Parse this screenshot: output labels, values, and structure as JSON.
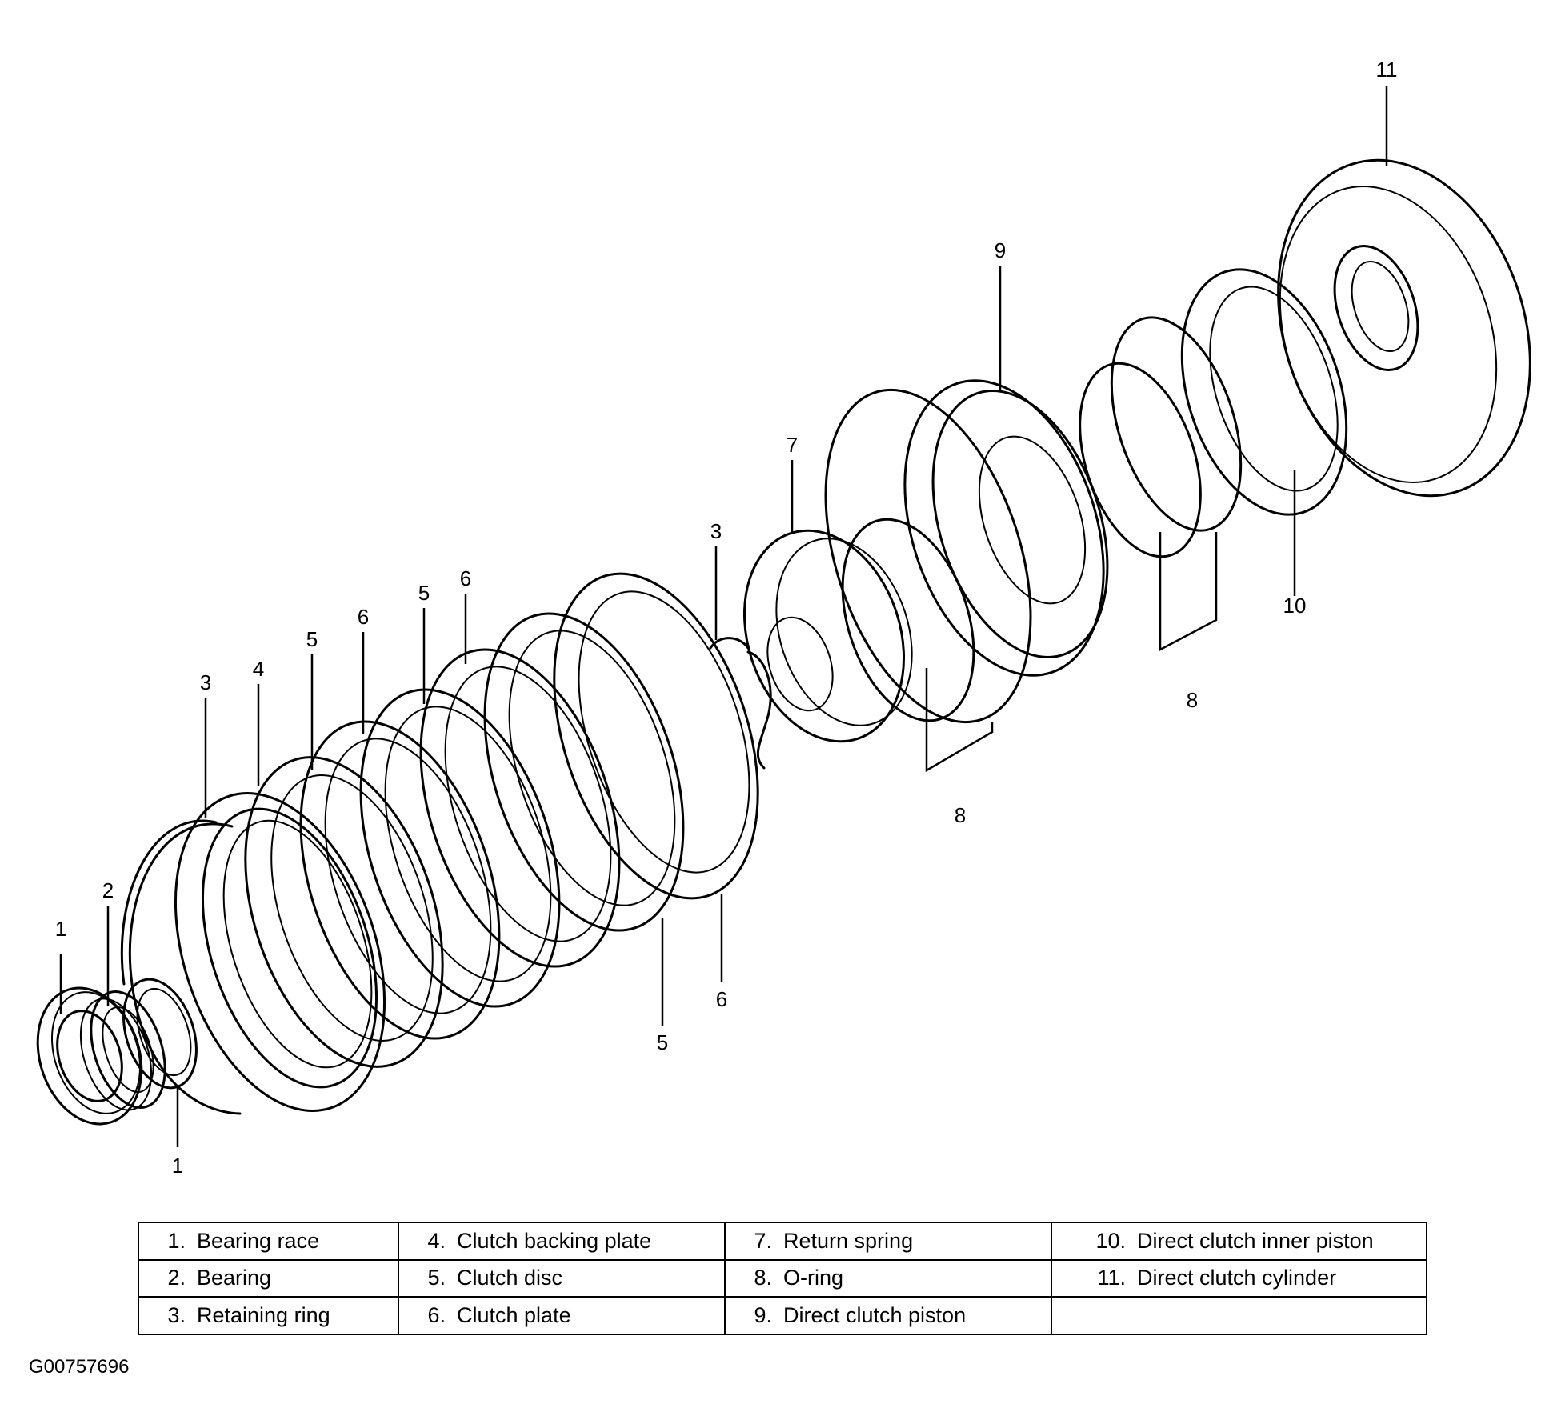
{
  "callouts": {
    "c1a": "1",
    "c1b": "1",
    "c2": "2",
    "c3a": "3",
    "c3b": "3",
    "c4": "4",
    "c5a": "5",
    "c5b": "5",
    "c5c": "5",
    "c6a": "6",
    "c6b": "6",
    "c6c": "6",
    "c7": "7",
    "c8a": "8",
    "c8b": "8",
    "c9": "9",
    "c10": "10",
    "c11": "11"
  },
  "legend": {
    "rows": [
      [
        {
          "num": "1.",
          "label": "Bearing race"
        },
        {
          "num": "4.",
          "label": "Clutch backing plate"
        },
        {
          "num": "7.",
          "label": "Return spring"
        },
        {
          "num": "10.",
          "label": "Direct clutch inner piston"
        }
      ],
      [
        {
          "num": "2.",
          "label": "Bearing"
        },
        {
          "num": "5.",
          "label": "Clutch disc"
        },
        {
          "num": "8.",
          "label": "O-ring"
        },
        {
          "num": "11.",
          "label": "Direct clutch cylinder"
        }
      ],
      [
        {
          "num": "3.",
          "label": "Retaining ring"
        },
        {
          "num": "6.",
          "label": "Clutch plate"
        },
        {
          "num": "9.",
          "label": "Direct clutch piston"
        },
        {
          "num": "",
          "label": ""
        }
      ]
    ]
  },
  "figure_id": "G00757696"
}
